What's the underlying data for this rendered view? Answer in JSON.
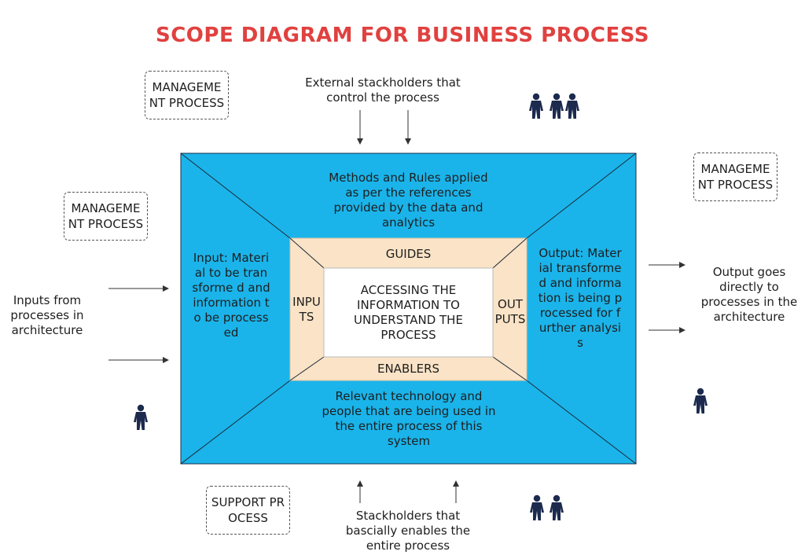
{
  "title": "SCOPE DIAGRAM FOR BUSINESS PROCESS",
  "boxes": {
    "management_top_left": "MANAGEME NT PROCESS",
    "management_mid_left": "MANAGEME NT PROCESS",
    "management_right": "MANAGEME NT PROCESS",
    "support": "SUPPORT PROCESS"
  },
  "external_top": "External stackholders that control the process",
  "external_bottom": "Stackholders that bascially enables the entire process",
  "left_outside": "Inputs from processes in architecture",
  "right_outside": "Output goes directly to processes in the architecture",
  "panels": {
    "top": "Methods and Rules applied as per the references provided by the data and analytics",
    "left": "Input: Material to be transforme d and information to be processed",
    "right": "Output: Material transforme d and information is being processed for further analysis",
    "bottom": "Relevant technology and people that are being used in the entire process of this system"
  },
  "frame": {
    "top": "GUIDES",
    "bottom": "ENABLERS",
    "left": "INPU TS",
    "right": "OUT PUTS"
  },
  "center": "ACCESSING THE INFORMATION TO UNDERSTAND THE PROCESS",
  "colors": {
    "title": "#e0413f",
    "outer_fill": "#1ab4ea",
    "frame_fill": "#fae3c6",
    "person": "#1c2a4e"
  },
  "icons": [
    "person-icon"
  ]
}
